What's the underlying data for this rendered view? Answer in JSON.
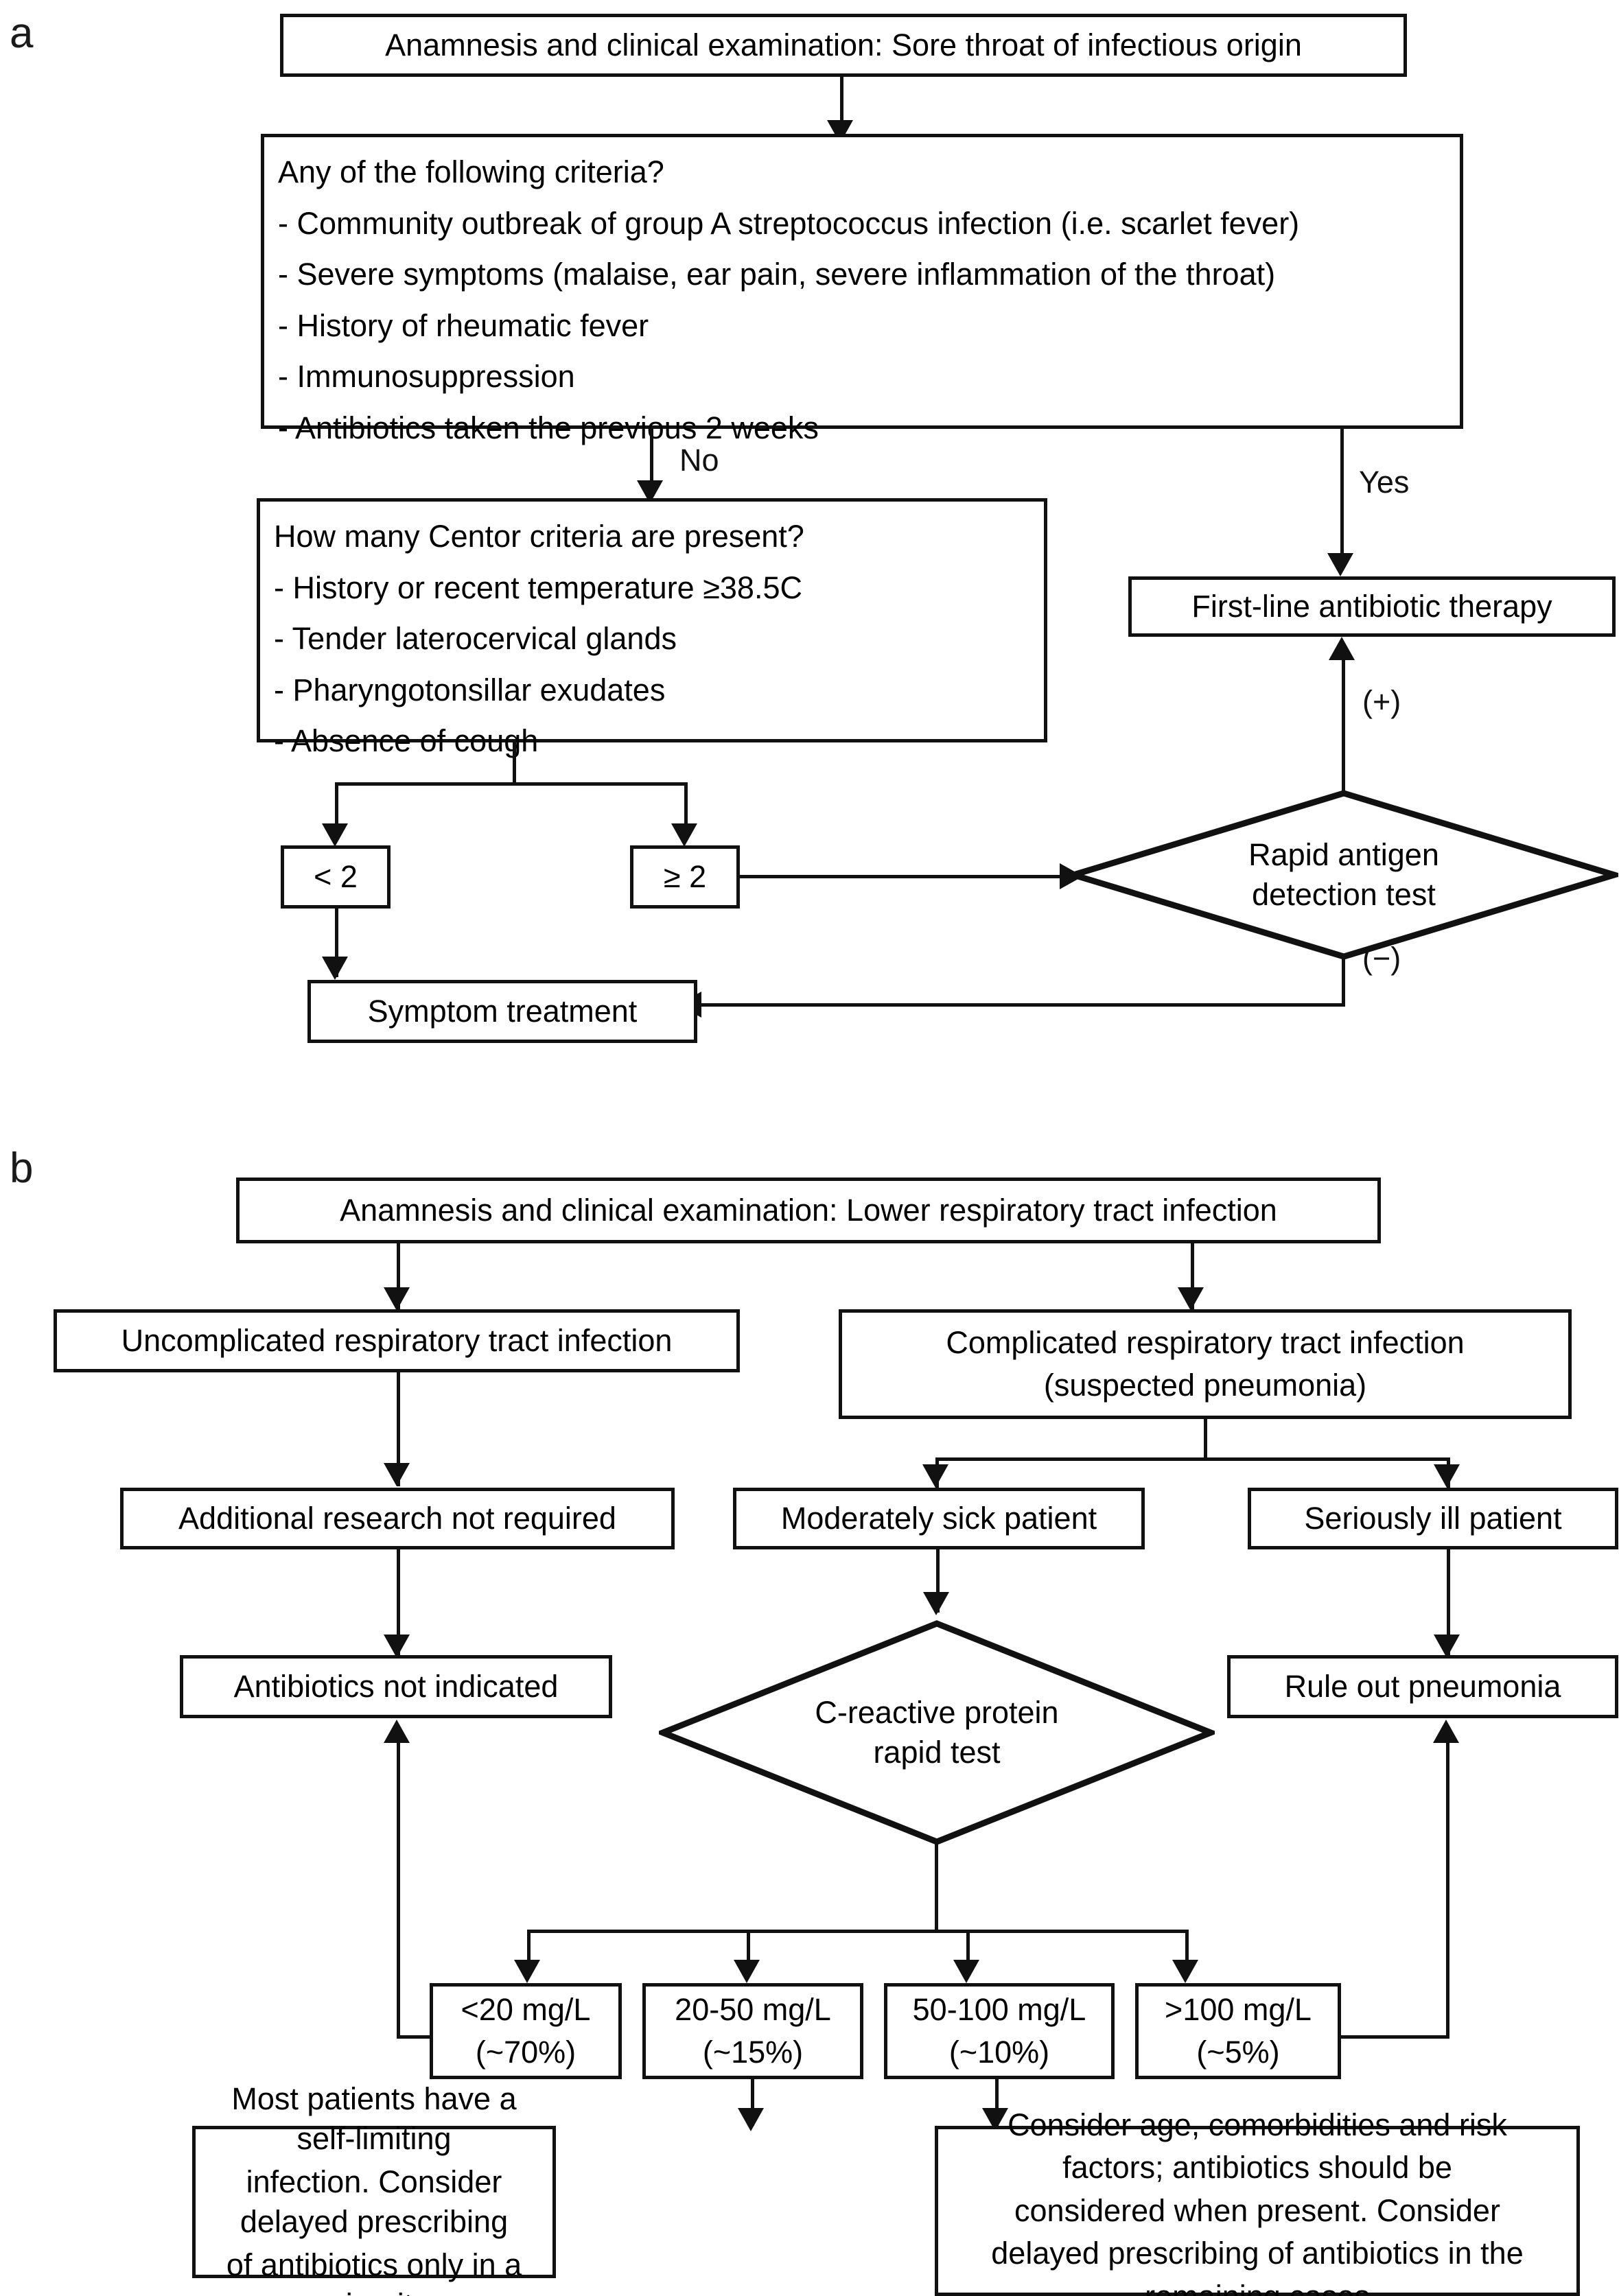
{
  "panels": {
    "a": {
      "label": "a",
      "nodes": {
        "start": "Anamnesis and clinical examination: Sore throat of infectious origin",
        "criteria_title": "Any of the following criteria?",
        "criteria_items": [
          "- Community outbreak of group A streptococcus infection (i.e. scarlet fever)",
          "- Severe symptoms (malaise, ear pain, severe inflammation of the throat)",
          "- History of rheumatic fever",
          "- Immunosuppression",
          "- Antibiotics taken the previous 2 weeks"
        ],
        "centor_title": "How many Centor criteria are present?",
        "centor_items": [
          "- History or recent temperature ≥38.5C",
          "- Tender laterocervical glands",
          "- Pharyngotonsillar exudates",
          "- Absence of cough"
        ],
        "centor_lt2": "< 2",
        "centor_ge2": "≥ 2",
        "first_line": "First-line antibiotic therapy",
        "rapid_test_line1": "Rapid antigen",
        "rapid_test_line2": "detection test",
        "symptom_treatment": "Symptom treatment"
      },
      "edge_labels": {
        "no": "No",
        "yes": "Yes",
        "positive": "(+)",
        "negative": "(−)"
      }
    },
    "b": {
      "label": "b",
      "nodes": {
        "start": "Anamnesis and clinical examination: Lower respiratory tract infection",
        "uncomplicated": "Uncomplicated respiratory tract infection",
        "complicated_line1": "Complicated respiratory tract infection",
        "complicated_line2": "(suspected pneumonia)",
        "additional_research": "Additional research not required",
        "moderately_sick": "Moderately sick patient",
        "seriously_ill": "Seriously ill patient",
        "antibiotics_not_indicated": "Antibiotics not  indicated",
        "crp_line1": "C-reactive protein",
        "crp_line2": "rapid test",
        "rule_out_pneumonia": "Rule out pneumonia",
        "crp_results": [
          {
            "range": "<20 mg/L",
            "share": "(~70%)"
          },
          {
            "range": "20-50 mg/L",
            "share": "(~15%)"
          },
          {
            "range": "50-100 mg/L",
            "share": "(~10%)"
          },
          {
            "range": ">100 mg/L",
            "share": "(~5%)"
          }
        ],
        "outcome_left": [
          "Most patients have a self-limiting",
          "infection. Consider delayed prescribing",
          "of antibiotics only in a minority"
        ],
        "outcome_right": [
          "Consider age, comorbidities and risk",
          "factors; antibiotics should be",
          "considered when present. Consider",
          "delayed prescribing of antibiotics in the",
          "remaining cases"
        ]
      }
    }
  },
  "colors": {
    "stroke": "#111111",
    "background": "#ffffff",
    "text": "#000000"
  }
}
